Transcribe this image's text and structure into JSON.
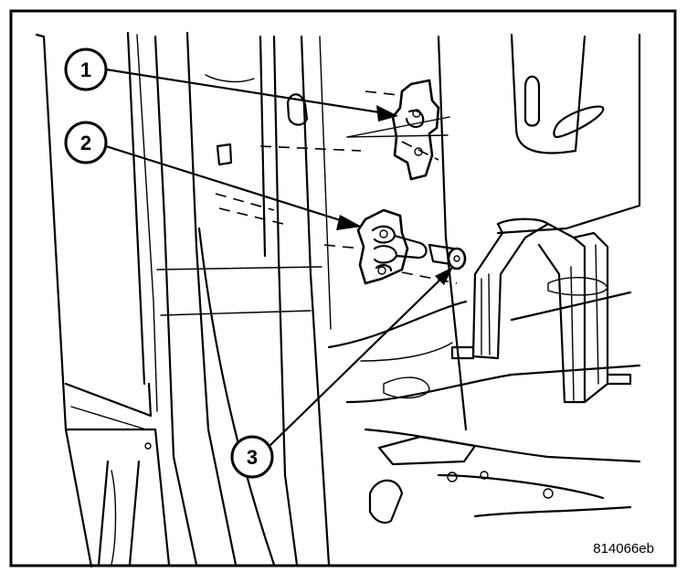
{
  "figure": {
    "id": "814066eb",
    "background": "#ffffff",
    "line_color": "#000000"
  },
  "callouts": [
    {
      "number": "1",
      "icon": "circled-number"
    },
    {
      "number": "2",
      "icon": "circled-number"
    },
    {
      "number": "3",
      "icon": "circled-number"
    }
  ]
}
